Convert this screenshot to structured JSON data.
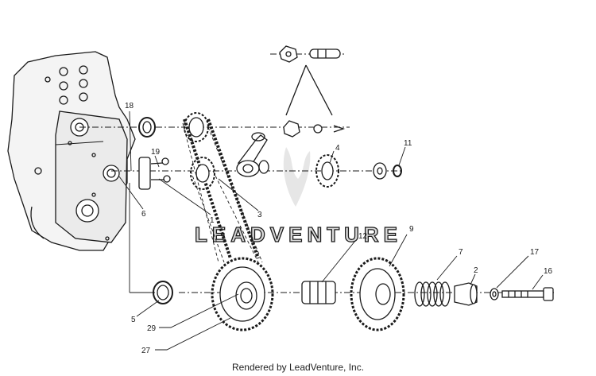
{
  "callouts": [
    "18",
    "19",
    "6",
    "1",
    "3",
    "4",
    "11",
    "12",
    "9",
    "7",
    "2",
    "17",
    "16",
    "5",
    "29",
    "27"
  ],
  "watermark": "LEADVENTURE",
  "caption": "Rendered by LeadVenture, Inc."
}
